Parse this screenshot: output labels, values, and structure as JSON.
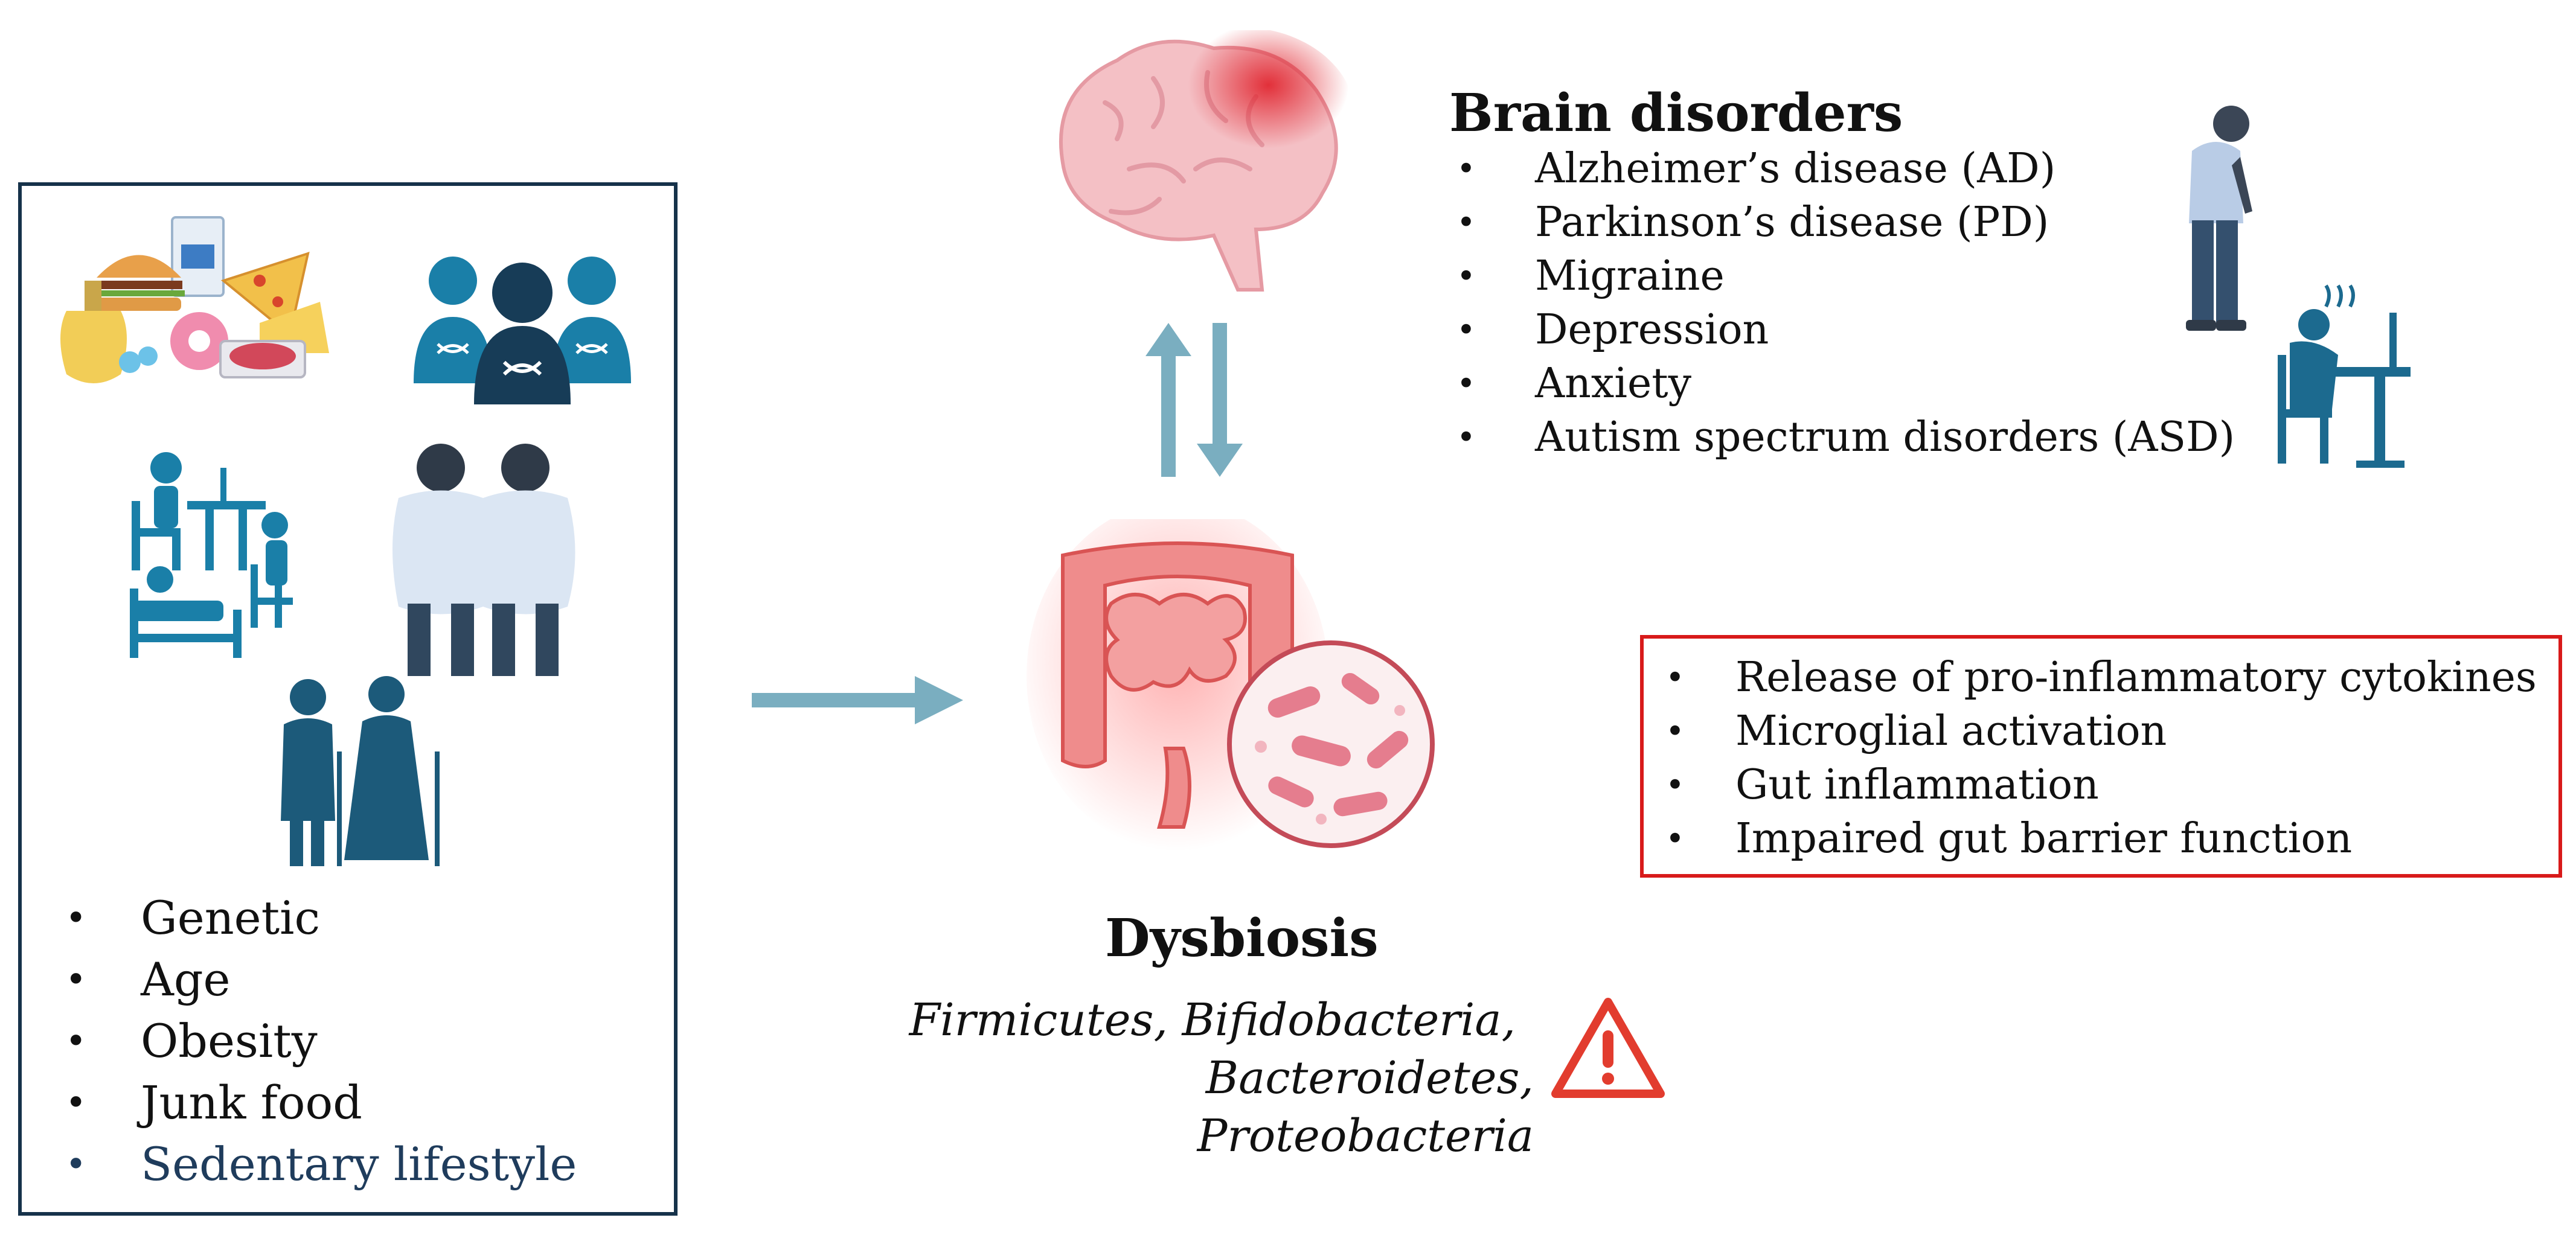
{
  "factors": {
    "items": [
      "Genetic",
      "Age",
      "Obesity",
      "Junk food",
      "Sedentary lifestyle"
    ],
    "icons": [
      "junk-food-icon",
      "genetic-family-icon",
      "sedentary-activities-icon",
      "obese-people-icon",
      "elderly-couple-icon"
    ]
  },
  "brain": {
    "title": "Brain disorders",
    "items": [
      "Alzheimer’s disease (AD)",
      "Parkinson’s disease (PD)",
      "Migraine",
      "Depression",
      "Anxiety",
      "Autism spectrum disorders (ASD)"
    ],
    "icons": [
      "brain-icon",
      "stooped-elderly-man-icon",
      "depressed-person-at-desk-icon"
    ]
  },
  "dysbiosis": {
    "title": "Dysbiosis",
    "bacteria_line1": "Firmicutes, Bifidobacteria,",
    "bacteria_line2": "Bacteroidetes, Proteobacteria",
    "icons": [
      "inflamed-gut-icon",
      "bacteria-magnifier-icon",
      "warning-icon"
    ]
  },
  "mechanisms": {
    "items": [
      "Release of pro-inflammatory cytokines",
      "Microglial activation",
      "Gut inflammation",
      "Impaired gut barrier function"
    ]
  },
  "colors": {
    "box_border": "#16324a",
    "arrow": "#7aaec0",
    "alert_red": "#d81a1a",
    "icon_teal": "#1a7fa8",
    "icon_dark": "#173c57"
  }
}
